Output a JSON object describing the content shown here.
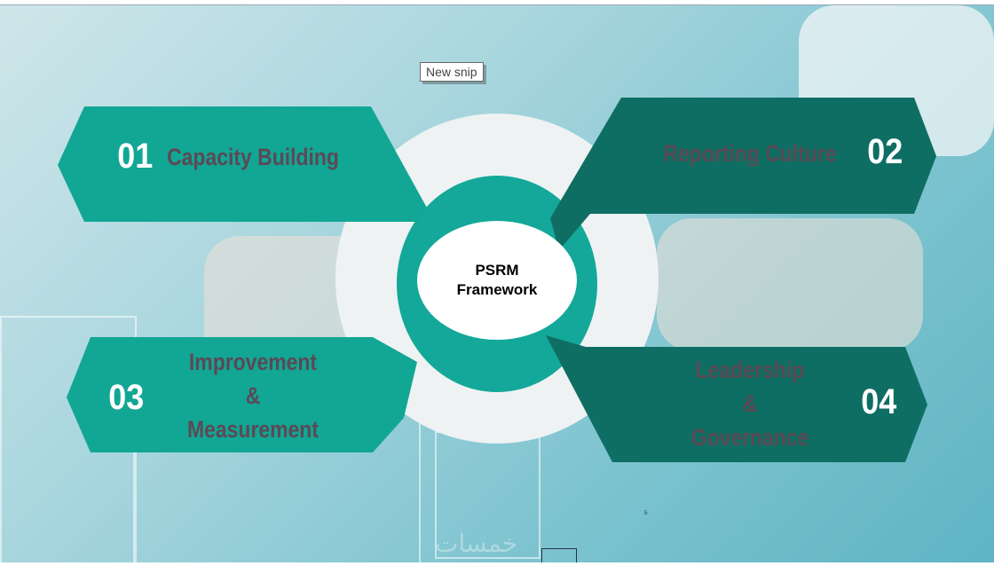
{
  "tooltip": {
    "label": "New snip"
  },
  "center": {
    "line1": "PSRM",
    "line2": "Framework"
  },
  "pillars": [
    {
      "number": "01",
      "label": "Capacity Building"
    },
    {
      "number": "02",
      "label": "Reporting Culture"
    },
    {
      "number": "03",
      "label_lines": [
        "Improvement",
        "&",
        "Measurement"
      ]
    },
    {
      "number": "04",
      "label_lines": [
        "Leadership",
        "&",
        "Governance"
      ]
    }
  ],
  "page_number": "5",
  "watermark": "خمسات",
  "colors": {
    "light_teal": "#12a695",
    "dark_teal": "#0f6e63",
    "label": "#5a4a55"
  }
}
